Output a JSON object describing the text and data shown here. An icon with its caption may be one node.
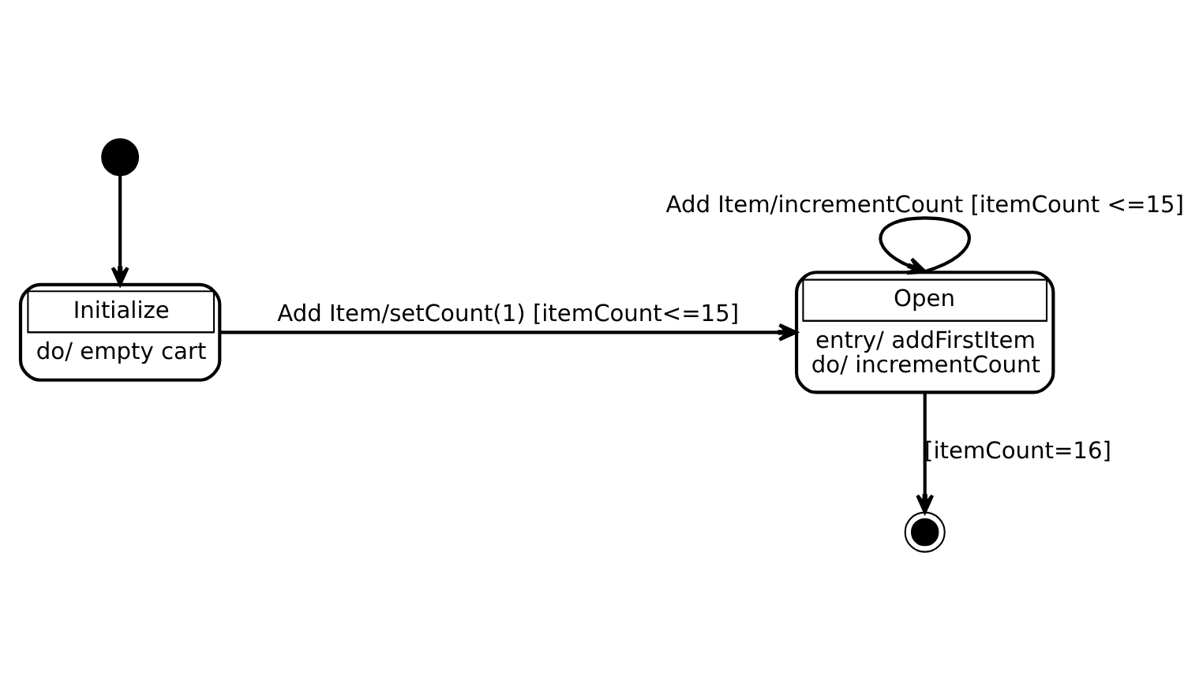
{
  "diagram": {
    "nodes": [
      {
        "text": [],
        "shape": "circle"
      },
      {
        "text": [
          "Initialize",
          "do/ empty cart"
        ]
      },
      {
        "text": [
          "Open",
          "entry/ addFirstItem",
          "do/ incrementCount"
        ]
      },
      {
        "text": [],
        "shape": "circle"
      }
    ],
    "edges": [
      {
        "from": 0,
        "to": 1,
        "arrow": "to"
      },
      {
        "from": 1,
        "to": 2,
        "arrow": "to",
        "label": "Add Item/setCount(1) [itemCount<=15]"
      },
      {
        "from": 2,
        "to": 2,
        "arrow": "to",
        "label": "Add Item/incrementCount [itemCount <=15]"
      },
      {
        "from": 2,
        "to": 3,
        "arrow": "to",
        "label": "[itemCount=16]"
      }
    ]
  }
}
